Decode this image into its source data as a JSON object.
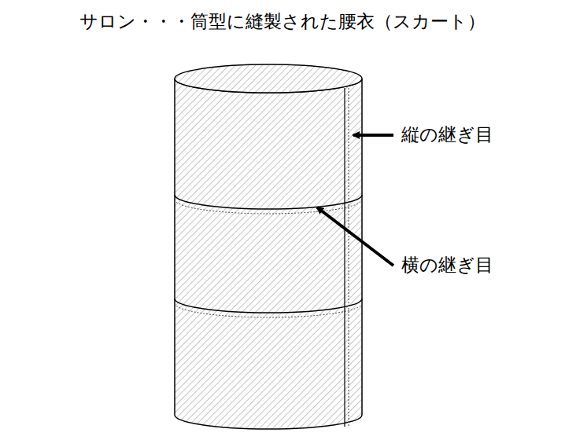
{
  "diagram": {
    "title": "サロン・・・筒型に縫製された腰衣（スカート）",
    "labels": [
      "縦の継ぎ目",
      "横の継ぎ目"
    ]
  }
}
